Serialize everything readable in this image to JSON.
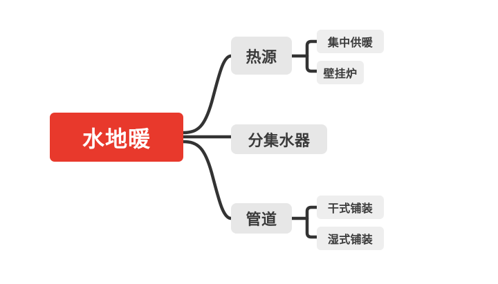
{
  "diagram": {
    "type": "mind-map",
    "orientation": "left-to-right",
    "background_color": "#ffffff",
    "root": {
      "label": "水地暖",
      "color": "#e8392c",
      "text_color": "#ffffff"
    },
    "branch_color": "#e7e7e7",
    "leaf_color": "#eeeeee",
    "connector_color": "#333333",
    "branches": [
      {
        "label": "热源",
        "children": [
          {
            "label": "集中供暖"
          },
          {
            "label": "壁挂炉"
          }
        ]
      },
      {
        "label": "分集水器",
        "children": []
      },
      {
        "label": "管道",
        "children": [
          {
            "label": "干式铺装"
          },
          {
            "label": "湿式铺装"
          }
        ]
      }
    ]
  }
}
